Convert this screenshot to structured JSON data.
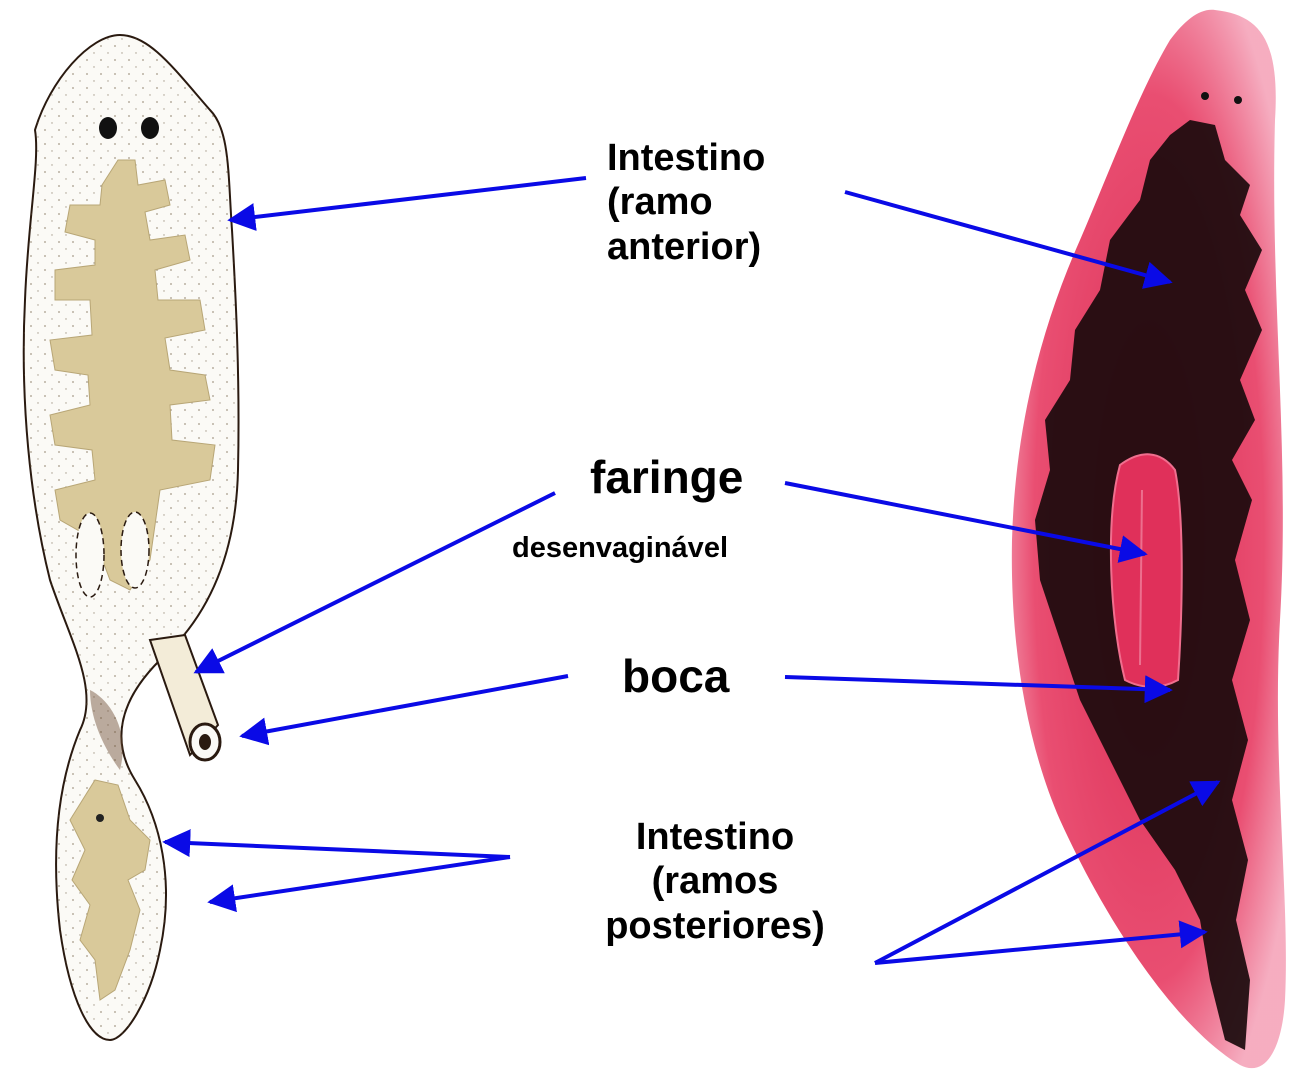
{
  "labels": {
    "intestine_anterior": [
      "Intestino",
      "(ramo",
      "anterior)"
    ],
    "pharynx": "faringe",
    "pharynx_sub": "desenvaginável",
    "mouth": "boca",
    "intestine_posterior": [
      "Intestino",
      "(ramos",
      "posteriores)"
    ]
  },
  "colors": {
    "arrow": "#0a0ae6",
    "specimen_pink": "#e8456a",
    "gut_dark": "#1a0a0c",
    "drawing_gut": "#d9c99a",
    "outline": "#2a1a10"
  }
}
